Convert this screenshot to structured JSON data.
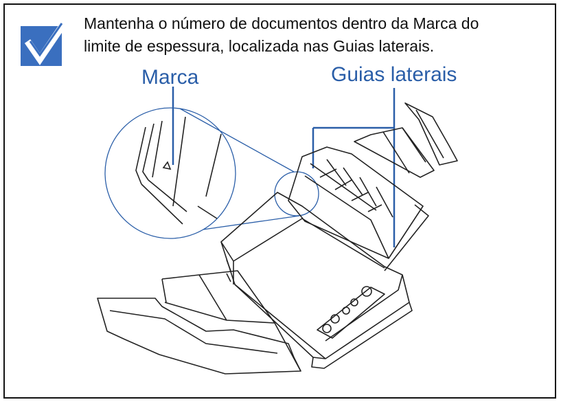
{
  "note": {
    "line1": "Mantenha o número de documentos dentro da Marca do",
    "line2": "limite de espessura, localizada nas Guias laterais."
  },
  "labels": {
    "marca": "Marca",
    "guias_laterais": "Guias laterais"
  },
  "icons": {
    "check": "checkmark-icon"
  },
  "colors": {
    "accent": "#3a6fbf",
    "callout": "#2a5ea8"
  }
}
